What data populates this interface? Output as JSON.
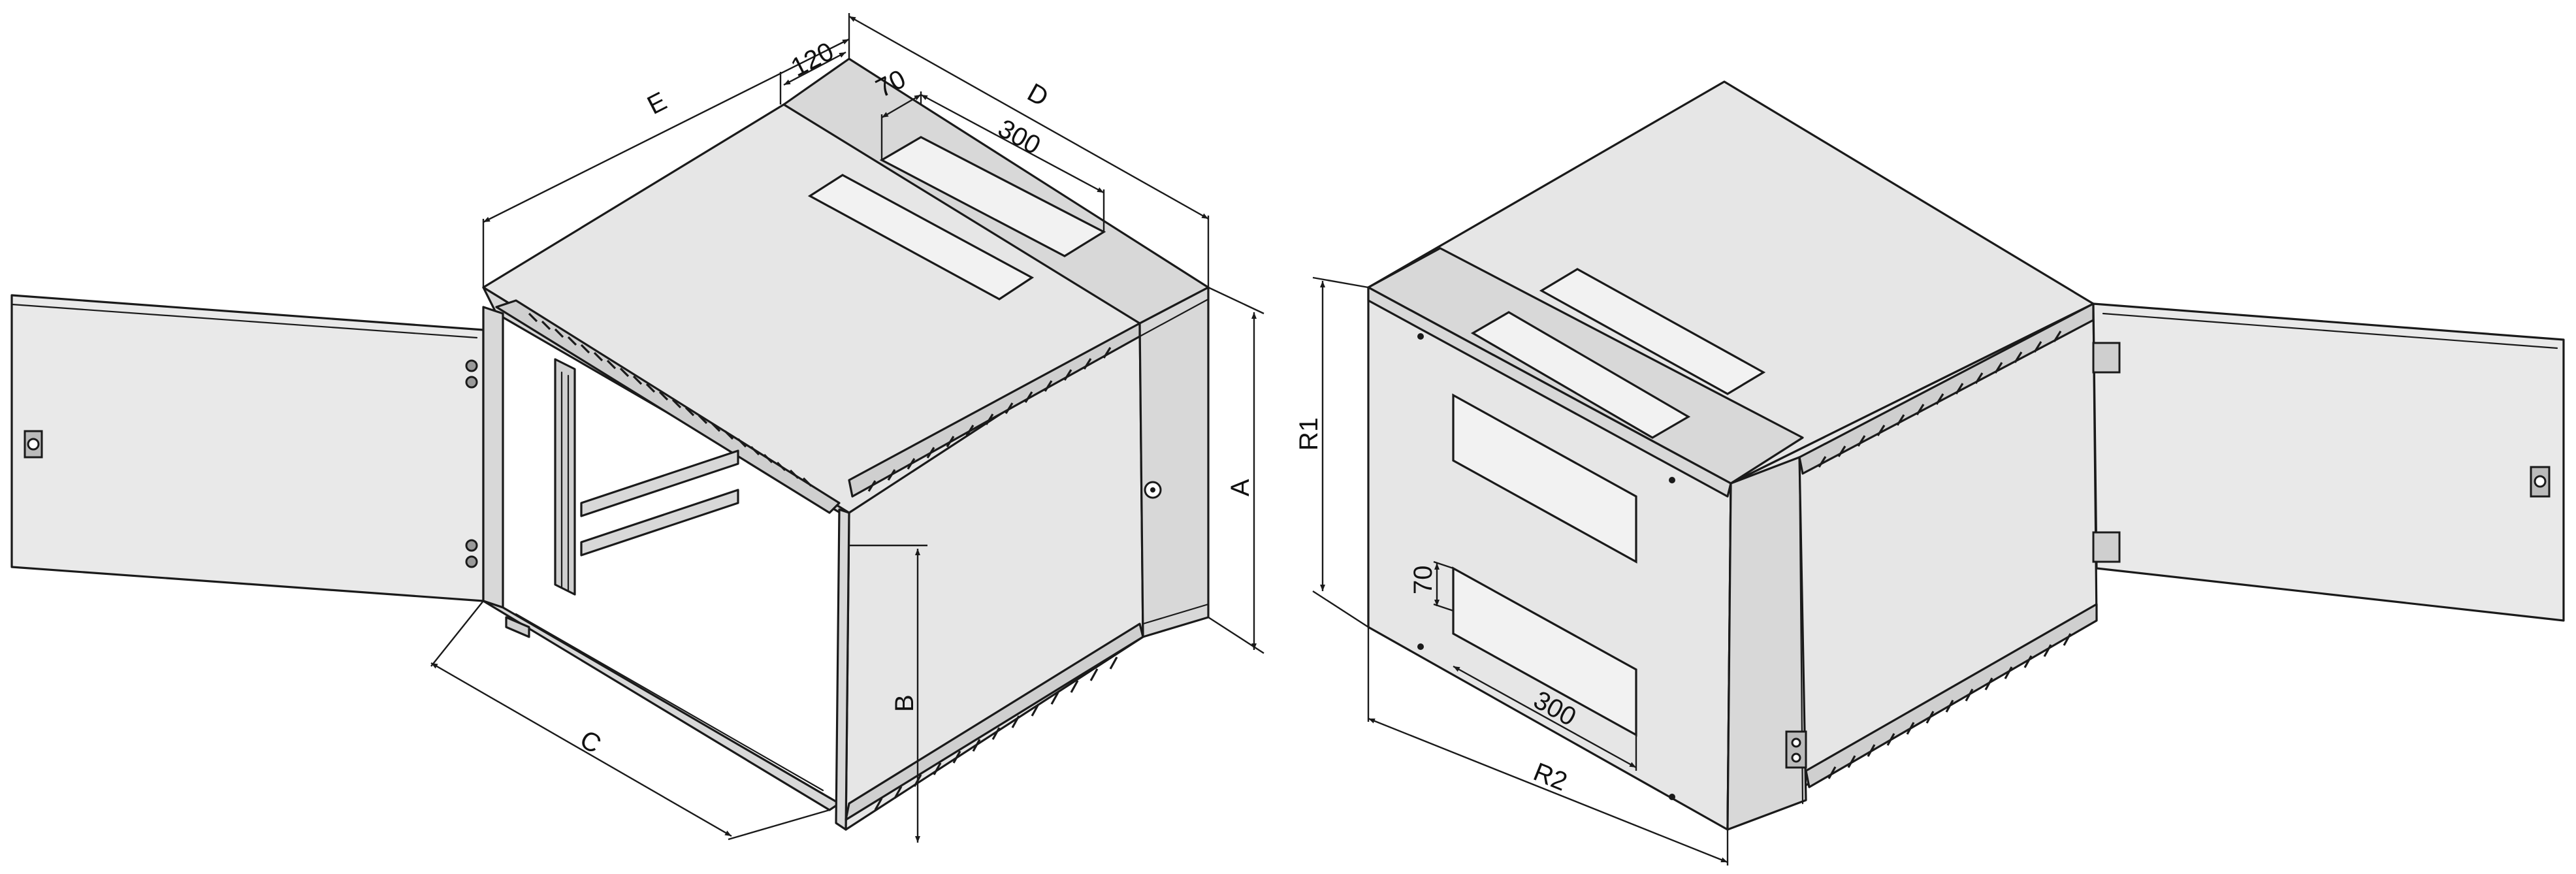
{
  "labels": {
    "E": "E",
    "D": "D",
    "A": "A",
    "B": "B",
    "C": "C",
    "R1": "R1",
    "R2": "R2",
    "d120": "120",
    "d70_top": "70",
    "d300_top": "300",
    "d70_side": "70",
    "d300_side": "300"
  },
  "colors": {
    "line": "#1a1a1a",
    "panel": "#e6e6e6",
    "panel_dark": "#d8d8d8",
    "background": "#ffffff"
  }
}
